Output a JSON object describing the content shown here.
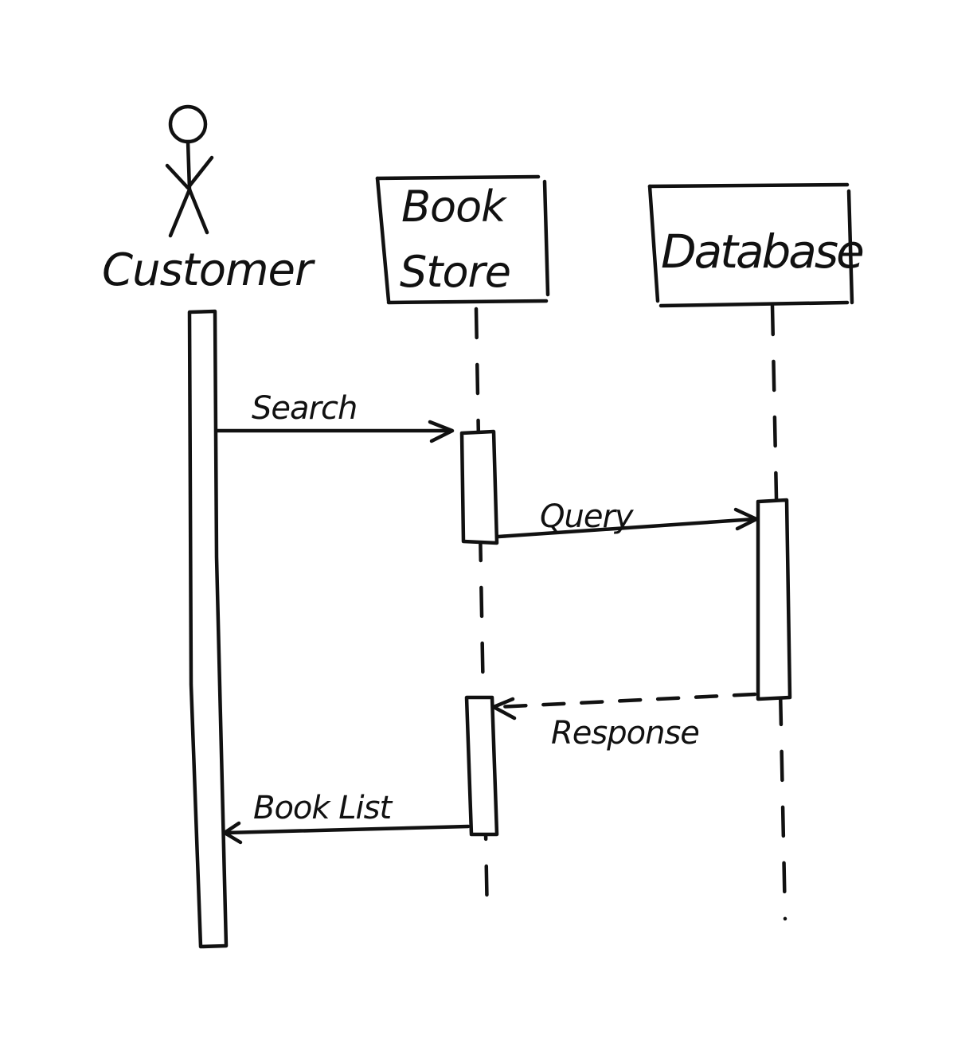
{
  "participants": {
    "customer": {
      "label": "Customer"
    },
    "bookstore": {
      "label_line1": "Book",
      "label_line2": "Store"
    },
    "database": {
      "label": "Database"
    }
  },
  "messages": {
    "search": {
      "label": "Search",
      "from": "Customer",
      "to": "Book Store"
    },
    "query": {
      "label": "Query",
      "from": "Book Store",
      "to": "Database"
    },
    "response": {
      "label": "Response",
      "from": "Database",
      "to": "Book Store"
    },
    "booklist": {
      "label": "Book List",
      "from": "Book Store",
      "to": "Customer"
    }
  },
  "colors": {
    "ink": "#111111",
    "background": "#ffffff"
  }
}
